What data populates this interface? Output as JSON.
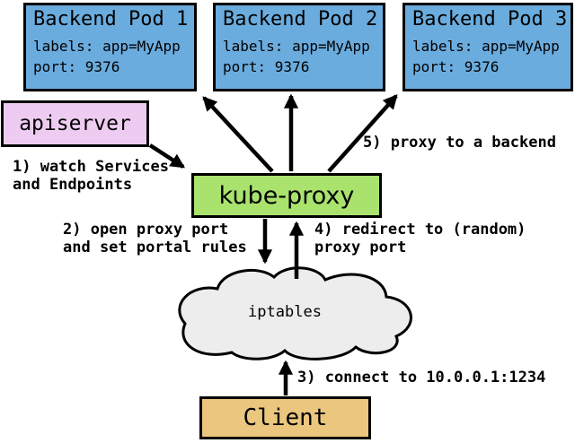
{
  "colors": {
    "background": "#ffffff",
    "pod_fill": "#6bacde",
    "apiserver_fill": "#eeccf2",
    "kube_proxy_fill": "#a9e36e",
    "client_fill": "#ebc67e",
    "cloud_fill": "#ededed",
    "outline": "#000000"
  },
  "pods": [
    {
      "title": "Backend Pod 1",
      "labels_line": "labels: app=MyApp",
      "port_line": "port: 9376"
    },
    {
      "title": "Backend Pod 2",
      "labels_line": "labels: app=MyApp",
      "port_line": "port: 9376"
    },
    {
      "title": "Backend Pod 3",
      "labels_line": "labels: app=MyApp",
      "port_line": "port: 9376"
    }
  ],
  "apiserver": {
    "label": "apiserver"
  },
  "kube_proxy": {
    "label": "kube-proxy"
  },
  "cloud": {
    "label": "iptables"
  },
  "client": {
    "label": "Client"
  },
  "steps": {
    "step1": "1) watch Services\nand Endpoints",
    "step2": "2) open proxy port\nand set portal rules",
    "step3": "3) connect to 10.0.0.1:1234",
    "step4": "4) redirect to (random)\nproxy port",
    "step5": "5) proxy to a backend"
  }
}
